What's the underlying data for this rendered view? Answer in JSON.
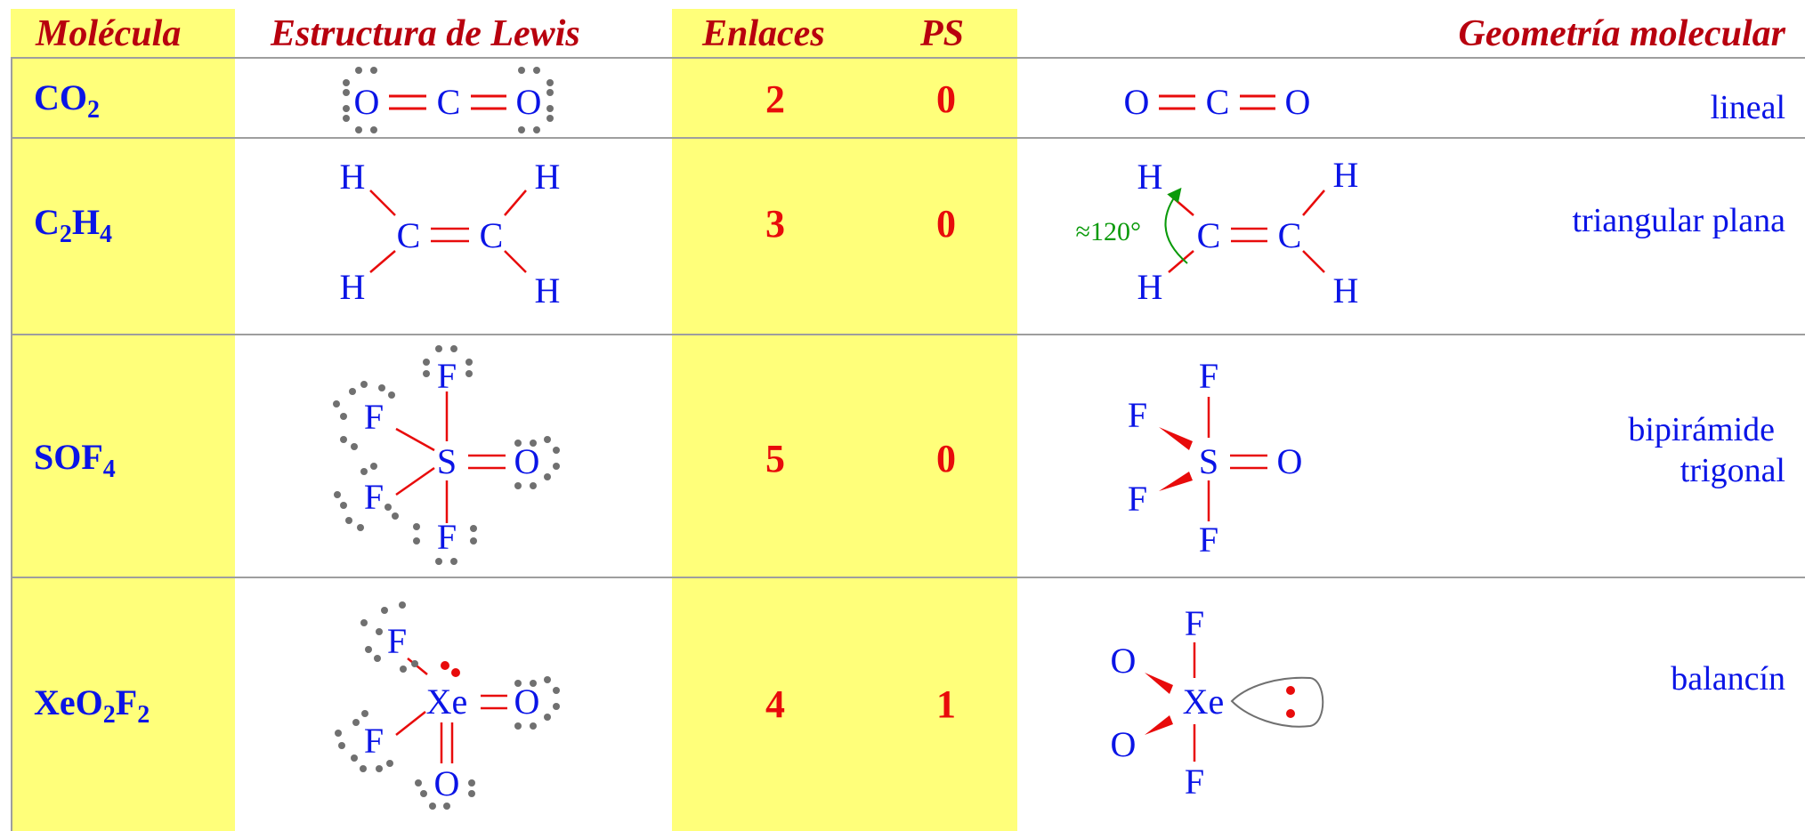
{
  "header": {
    "molecule": "Molécula",
    "lewis": "Estructura de Lewis",
    "bonds": "Enlaces",
    "ps": "PS",
    "geometry": "Geometría molecular"
  },
  "rows": [
    {
      "formula": [
        "CO",
        "2"
      ],
      "bonds": "2",
      "ps": "0",
      "geometry": "lineal"
    },
    {
      "formula": [
        "C",
        "2",
        "H",
        "4"
      ],
      "bonds": "3",
      "ps": "0",
      "geometry": "triangular plana"
    },
    {
      "formula": [
        "SOF",
        "4"
      ],
      "bonds": "5",
      "ps": "0",
      "geometry_lines": [
        "bipirámide",
        "trigonal"
      ]
    },
    {
      "formula": [
        "XeO",
        "2",
        "F",
        "2"
      ],
      "bonds": "4",
      "ps": "1",
      "geometry": "balancín"
    }
  ],
  "atoms": {
    "O": "O",
    "C": "C",
    "H": "H",
    "S": "S",
    "F": "F",
    "Xe": "Xe"
  },
  "angle_label": "≈120°",
  "colors": {
    "highlight": "#ffff7a",
    "header_text": "#b8000e",
    "atom_blue": "#0a14e6",
    "bond_red": "#e80b0b",
    "lone_pair_gray": "#707070",
    "angle_green": "#0a9a0a",
    "divider": "#9e9e9e"
  }
}
